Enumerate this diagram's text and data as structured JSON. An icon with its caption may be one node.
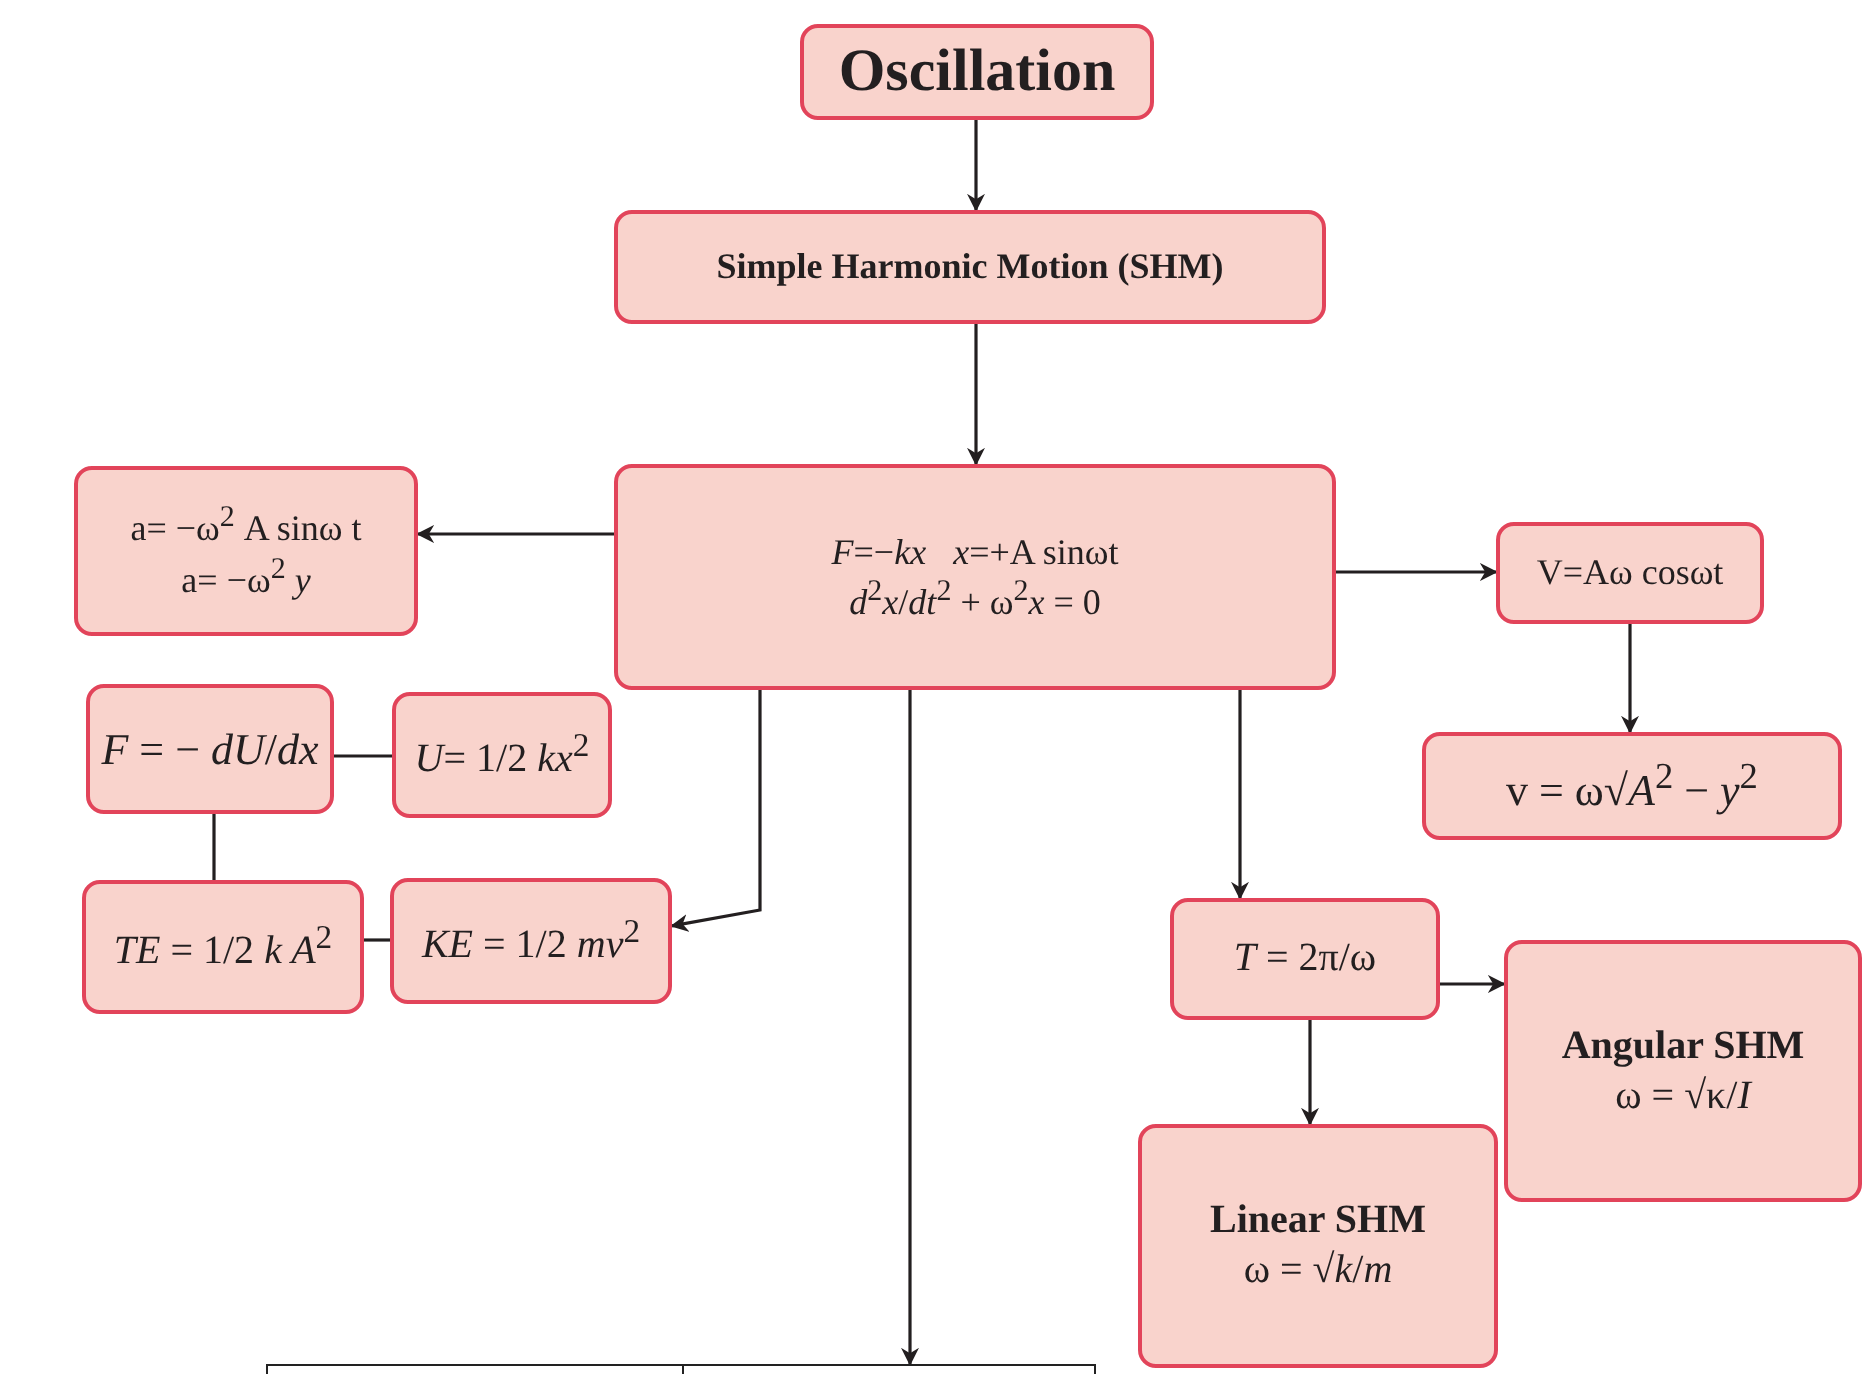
{
  "diagram": {
    "nodes": [
      {
        "text": [
          "Oscillation"
        ]
      },
      {
        "text": [
          "Simple Harmonic Motion (SHM)"
        ]
      },
      {
        "text": [
          "a= −ω$^{2}$ A sinω t",
          "a= −ω$^{2}$ *y*"
        ]
      },
      {
        "text": [
          "*F*=−*kx*   *x*=+A sinωt",
          "*d*$^{2}$*x*/*dt*$^{2}$ + ω$^{2}$*x* = 0"
        ]
      },
      {
        "text": [
          "V=Aω cosωt"
        ]
      },
      {
        "text": [
          "*F* = − *dU*/*dx*"
        ]
      },
      {
        "text": [
          "*U*= 1/2 *kx*$^{2}$"
        ]
      },
      {
        "text": [
          "v = ω√*A*$^{2}$ − *y*$^{2}$"
        ]
      },
      {
        "text": [
          "*TE* = 1/2 *k A*$^{2}$"
        ]
      },
      {
        "text": [
          "*KE* = 1/2 *mv*$^{2}$"
        ]
      },
      {
        "text": [
          "*T* = 2π/ω"
        ]
      },
      {
        "text": [
          "Angular SHM",
          "ω = √κ/*I*"
        ]
      },
      {
        "text": [
          "Linear SHM",
          "ω = √*k*/*m*"
        ]
      },
      {
        "text": [],
        "shape": "box"
      }
    ],
    "edges": [
      {
        "from": 0,
        "to": 1,
        "arrow": "to"
      },
      {
        "from": 1,
        "to": 3,
        "arrow": "to"
      },
      {
        "from": 3,
        "to": 2,
        "arrow": "to"
      },
      {
        "from": 3,
        "to": 4,
        "arrow": "to"
      },
      {
        "from": 4,
        "to": 7,
        "arrow": "to"
      },
      {
        "from": 3,
        "to": 9,
        "arrow": "to"
      },
      {
        "from": 3,
        "to": 13,
        "arrow": "to"
      },
      {
        "from": 3,
        "to": 10,
        "arrow": "to"
      },
      {
        "from": 10,
        "to": 11,
        "arrow": "to"
      },
      {
        "from": 10,
        "to": 12,
        "arrow": "to"
      },
      {
        "from": 5,
        "to": 6,
        "arrow": "none"
      },
      {
        "from": 5,
        "to": 8,
        "arrow": "none"
      },
      {
        "from": 8,
        "to": 9,
        "arrow": "none"
      }
    ]
  }
}
